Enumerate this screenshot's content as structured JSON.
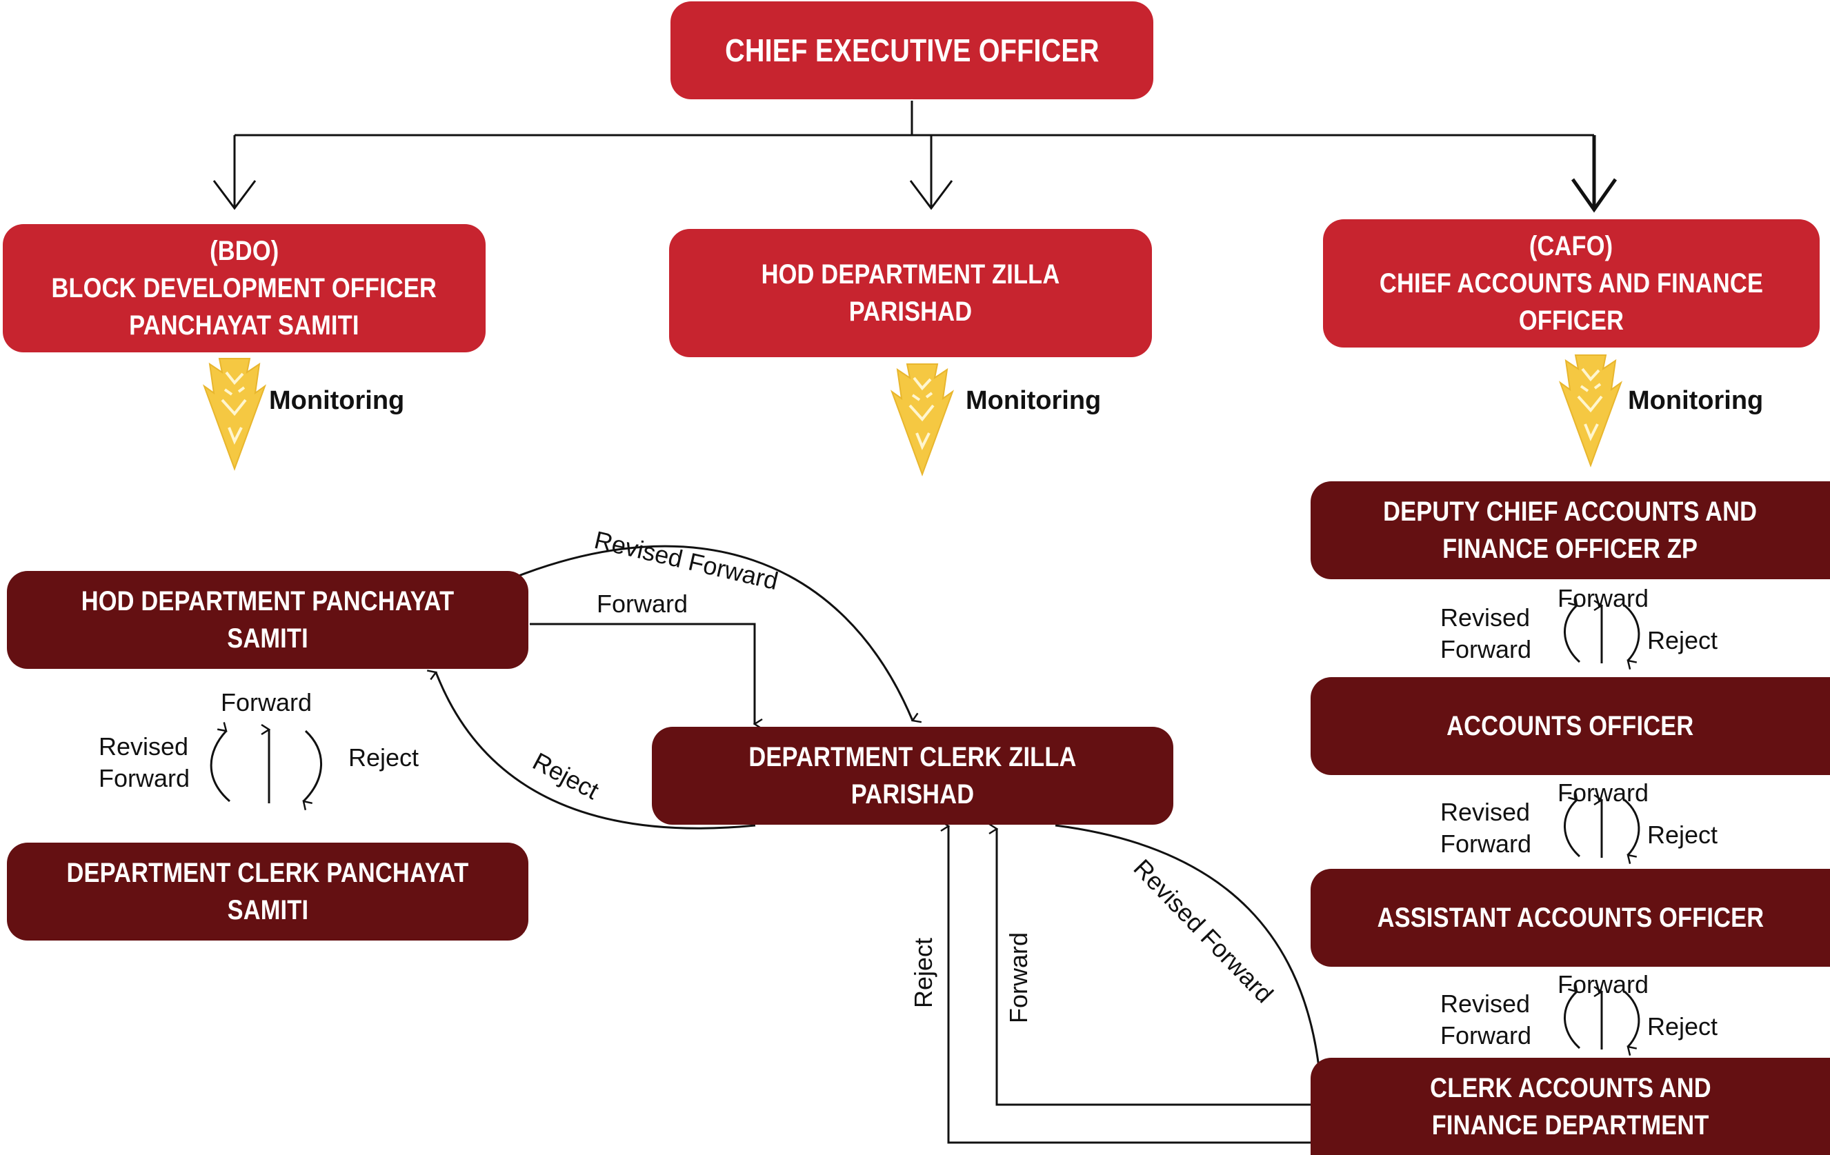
{
  "boxes": {
    "ceo": "CHIEF EXECUTIVE OFFICER",
    "bdo": [
      "(BDO)",
      "BLOCK DEVELOPMENT OFFICER",
      "PANCHAYAT SAMITI"
    ],
    "hod_zp": "HOD DEPARTMENT ZILLA PARISHAD",
    "cafo": [
      "(CAFO)",
      "CHIEF ACCOUNTS AND FINANCE  OFFICER"
    ],
    "hod_ps": "HOD DEPARTMENT PANCHAYAT SAMITI",
    "clerk_ps": [
      "DEPARTMENT CLERK PANCHAYAT",
      "SAMITI"
    ],
    "clerk_zp": "DEPARTMENT CLERK ZILLA PARISHAD",
    "deputy_cafo": [
      "DEPUTY CHIEF ACCOUNTS AND",
      "FINANCE OFFICER ZP"
    ],
    "accounts_officer": "ACCOUNTS OFFICER",
    "asst_accounts_officer": "ASSISTANT ACCOUNTS OFFICER",
    "clerk_accounts": [
      "CLERK ACCOUNTS AND",
      "FINANCE  DEPARTMENT"
    ]
  },
  "labels": {
    "monitoring": "Monitoring",
    "forward": "Forward",
    "reject": "Reject",
    "revised": "Revised",
    "forward_word": "Forward",
    "revised_forward": "Revised Forward"
  },
  "colors": {
    "top_level_boxes": "#c7242f",
    "lower_level_boxes": "#641012",
    "monitoring_arrow": "#f5c842",
    "connector_lines": "#111111"
  },
  "icons": {
    "monitoring_arrow": "patterned-down-arrow-icon"
  }
}
